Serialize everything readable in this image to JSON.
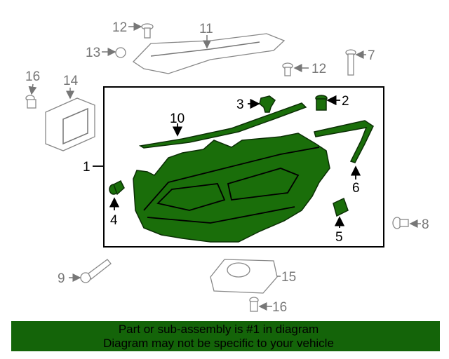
{
  "callouts": {
    "c1": "1",
    "c2": "2",
    "c3": "3",
    "c4": "4",
    "c5": "5",
    "c6": "6",
    "c7": "7",
    "c8": "8",
    "c9": "9",
    "c10": "10",
    "c11": "11",
    "c12a": "12",
    "c12b": "12",
    "c13": "13",
    "c14": "14",
    "c15": "15",
    "c16a": "16",
    "c16b": "16"
  },
  "colors": {
    "highlight": "#1a6e0a",
    "banner": "#146409",
    "outline": "#888888"
  },
  "banner": {
    "line1": "Part or sub-assembly is #1 in diagram",
    "line2": "Diagram may not be specific to your vehicle"
  }
}
